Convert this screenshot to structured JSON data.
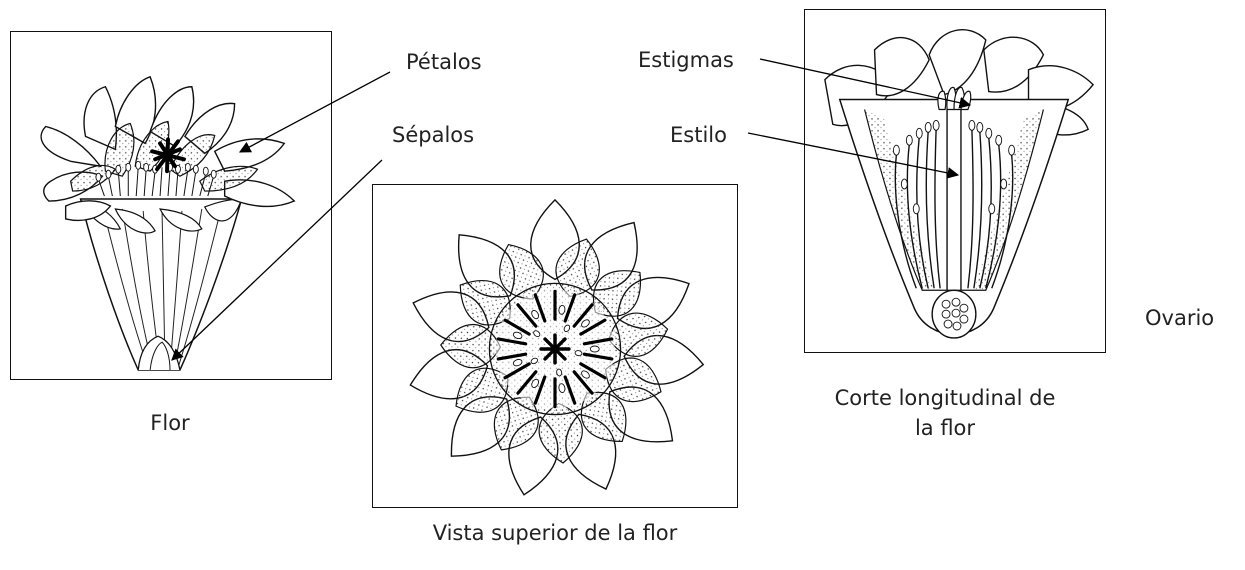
{
  "labels": {
    "petalos": "Pétalos",
    "sepalos": "Sépalos",
    "estigmas": "Estigmas",
    "estilo": "Estilo",
    "ovario": "Ovario"
  },
  "captions": {
    "flor": "Flor",
    "vista_superior": "Vista superior de la flor",
    "corte_line1": "Corte longitudinal de",
    "corte_line2": "la flor"
  },
  "icons": [
    "flower-side-illustration",
    "flower-top-illustration",
    "flower-section-illustration",
    "arrow-icon"
  ],
  "colors": {
    "ink": "#111111",
    "background": "#ffffff",
    "text": "#222222"
  }
}
